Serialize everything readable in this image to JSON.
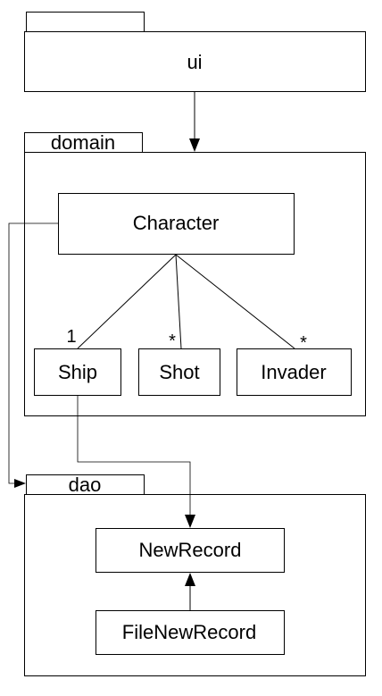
{
  "packages": {
    "ui": {
      "tab_label": "",
      "body_label": "ui"
    },
    "domain": {
      "tab_label": "domain"
    },
    "dao": {
      "tab_label": "dao"
    }
  },
  "classes": {
    "character": "Character",
    "ship": "Ship",
    "shot": "Shot",
    "invader": "Invader",
    "new_record": "NewRecord",
    "file_new_record": "FileNewRecord"
  },
  "multiplicities": {
    "ship": "1",
    "shot": "*",
    "invader": "*"
  }
}
